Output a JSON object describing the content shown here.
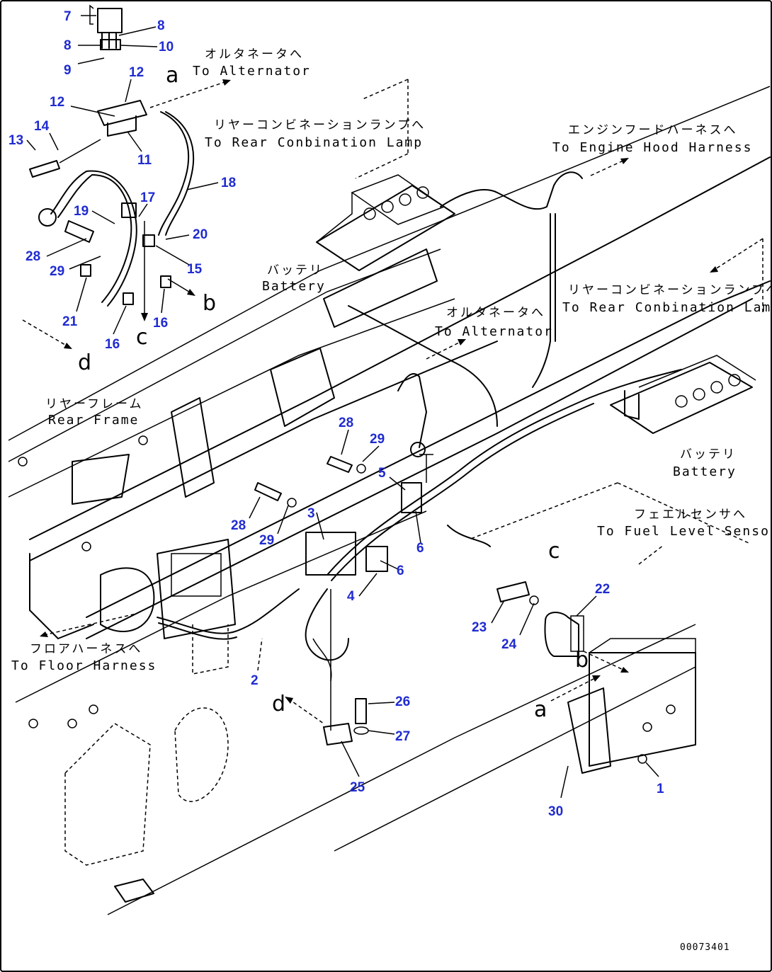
{
  "callouts": {
    "to_alternator_top": {
      "jp": "オルタネータへ",
      "en": "To Alternator"
    },
    "to_rear_combination_top": {
      "jp": "リヤーコンビネーションランプへ",
      "en": "To Rear Conbination Lamp"
    },
    "to_engine_hood": {
      "jp": "エンジンフードハーネスへ",
      "en": "To Engine Hood Harness"
    },
    "battery_left": {
      "jp": "バッテリ",
      "en": "Battery"
    },
    "to_alternator_mid": {
      "jp": "オルタネータへ",
      "en": "To Alternator"
    },
    "to_rear_combination_right": {
      "jp": "リヤーコンビネーションランプへ",
      "en": "To Rear Conbination Lamp"
    },
    "rear_frame": {
      "jp": "リヤーフレーム",
      "en": "Rear Frame"
    },
    "battery_right": {
      "jp": "バッテリ",
      "en": "Battery"
    },
    "to_fuel_sensor": {
      "jp": "フェエルセンサへ",
      "en": "To Fuel Level Sensor"
    },
    "to_floor_harness": {
      "jp": "フロアハーネスへ",
      "en": "To Floor Harness"
    }
  },
  "part_numbers": {
    "p7": "7",
    "p8a": "8",
    "p8b": "8",
    "p10": "10",
    "p9": "9",
    "p12a": "12",
    "p12b": "12",
    "p13": "13",
    "p14": "14",
    "p11": "11",
    "p18": "18",
    "p17": "17",
    "p19": "19",
    "p20": "20",
    "p28a": "28",
    "p29a": "29",
    "p15": "15",
    "p21": "21",
    "p16a": "16",
    "p16b": "16",
    "p28b": "28",
    "p29b": "29",
    "p5": "5",
    "p28c": "28",
    "p29c": "29",
    "p3": "3",
    "p6a": "6",
    "p6b": "6",
    "p4": "4",
    "p22": "22",
    "p23": "23",
    "p24": "24",
    "p2": "2",
    "p26": "26",
    "p27": "27",
    "p25": "25",
    "p1": "1",
    "p30": "30"
  },
  "reference_letters": {
    "a_top": "a",
    "b_top": "b",
    "c_top": "c",
    "d_top": "d",
    "c_mid": "c",
    "b_right": "b",
    "a_right": "a",
    "d_bottom": "d"
  },
  "drawing_code": "00073401",
  "colors": {
    "line": "#000000",
    "part_number": "#1f2bd0",
    "background": "#ffffff"
  }
}
